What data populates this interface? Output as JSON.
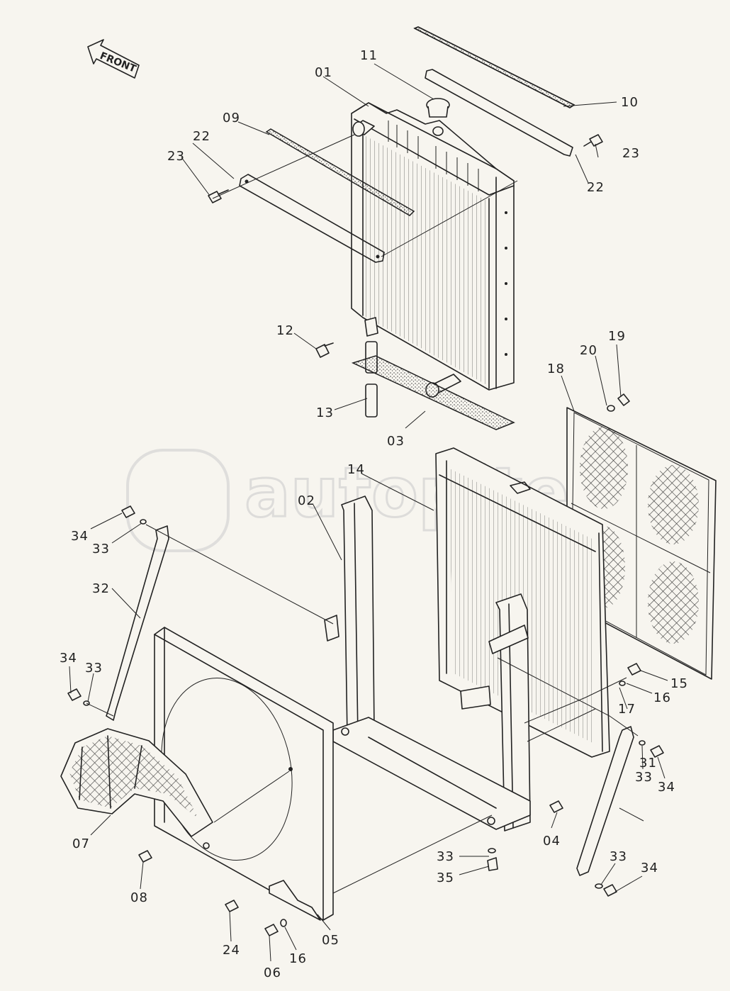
{
  "diagram": {
    "front_label": "FRONT",
    "watermark": "autopiter.ru",
    "parts": [
      {
        "label": "01"
      },
      {
        "label": "11"
      },
      {
        "label": "10"
      },
      {
        "label": "09"
      },
      {
        "label": "22"
      },
      {
        "label": "23"
      },
      {
        "label": "23"
      },
      {
        "label": "22"
      },
      {
        "label": "12"
      },
      {
        "label": "13"
      },
      {
        "label": "03"
      },
      {
        "label": "20"
      },
      {
        "label": "19"
      },
      {
        "label": "18"
      },
      {
        "label": "14"
      },
      {
        "label": "02"
      },
      {
        "label": "34"
      },
      {
        "label": "33"
      },
      {
        "label": "32"
      },
      {
        "label": "34"
      },
      {
        "label": "33"
      },
      {
        "label": "15"
      },
      {
        "label": "16"
      },
      {
        "label": "17"
      },
      {
        "label": "33"
      },
      {
        "label": "34"
      },
      {
        "label": "31"
      },
      {
        "label": "04"
      },
      {
        "label": "07"
      },
      {
        "label": "08"
      },
      {
        "label": "33"
      },
      {
        "label": "35"
      },
      {
        "label": "33"
      },
      {
        "label": "34"
      },
      {
        "label": "05"
      },
      {
        "label": "24"
      },
      {
        "label": "06"
      },
      {
        "label": "16"
      }
    ]
  }
}
